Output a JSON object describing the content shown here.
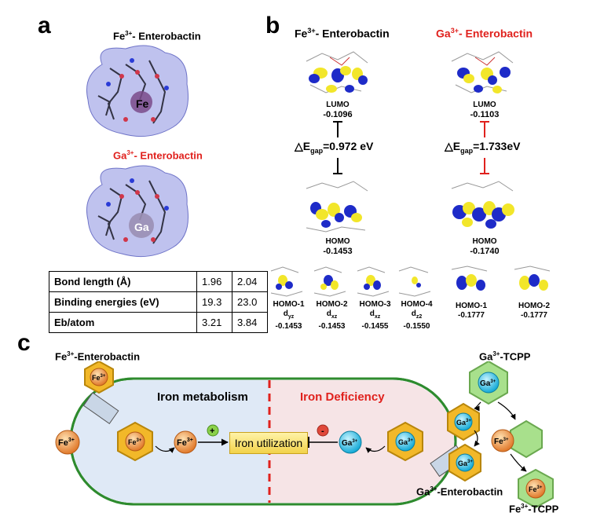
{
  "panel_a": {
    "letter": "a",
    "fe_title": "Fe3+- Enterobactin",
    "ga_title": "Ga3+- Enterobactin",
    "fe_atom": "Fe",
    "ga_atom": "Ga",
    "table": {
      "rows": [
        {
          "label": "Bond length (Å)",
          "fe": "1.96",
          "ga": "2.04"
        },
        {
          "label": "Binding energies (eV)",
          "fe": "19.3",
          "ga": "23.0"
        },
        {
          "label": "Eb/atom",
          "fe": "3.21",
          "ga": "3.84"
        }
      ]
    }
  },
  "panel_b": {
    "letter": "b",
    "fe_title": "Fe3+- Enterobactin",
    "ga_title": "Ga3+- Enterobactin",
    "fe": {
      "lumo_label": "LUMO",
      "lumo_value": "-0.1096",
      "gap": "△Egap=0.972 eV",
      "homo_label": "HOMO",
      "homo_value": "-0.1453",
      "lower": [
        {
          "name": "HOMO-1",
          "orbital": "dyz",
          "value": "-0.1453"
        },
        {
          "name": "HOMO-2",
          "orbital": "dxz",
          "value": "-0.1453"
        },
        {
          "name": "HOMO-3",
          "orbital": "dxz",
          "value": "-0.1455"
        },
        {
          "name": "HOMO-4",
          "orbital": "dz2",
          "value": "-0.1550"
        }
      ]
    },
    "ga": {
      "lumo_label": "LUMO",
      "lumo_value": "-0.1103",
      "gap": "△Egap=1.733eV",
      "homo_label": "HOMO",
      "homo_value": "-0.1740",
      "lower": [
        {
          "name": "HOMO-1",
          "value": "-0.1777"
        },
        {
          "name": "HOMO-2",
          "value": "-0.1777"
        }
      ]
    }
  },
  "panel_c": {
    "letter": "c",
    "fe_enterobactin": "Fe3+-Enterobactin",
    "ga_tcpp": "Ga3+-TCPP",
    "iron_metabolism": "Iron metabolism",
    "iron_deficiency": "Iron Deficiency",
    "iron_utilization": "Iron utilization",
    "ga_enterobactin": "Ga3+-Enterobactin",
    "fe_tcpp": "Fe3+-TCPP",
    "plus": "+",
    "minus": "-",
    "fe_ion": "Fe3+",
    "ga_ion": "Ga3+"
  },
  "colors": {
    "fe_title": "#000000",
    "ga_title": "#e0211d",
    "red_line": "#e0211d",
    "green_boundary": "#2e8b2e",
    "orbital_yellow": "#f2e62a",
    "orbital_blue": "#1e2bc8"
  }
}
